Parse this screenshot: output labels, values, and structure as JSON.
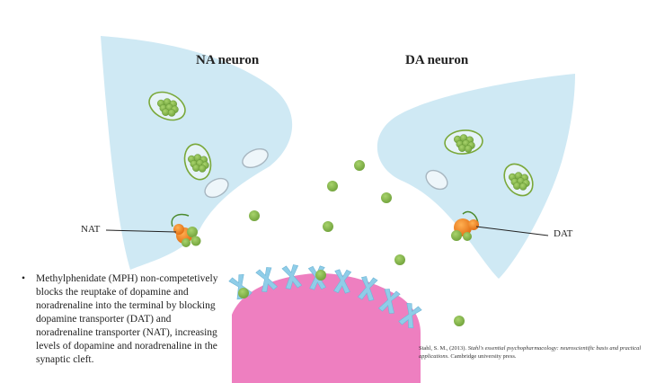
{
  "labels": {
    "na_neuron": "NA neuron",
    "da_neuron": "DA neuron",
    "nat": "NAT",
    "dat": "DAT"
  },
  "bullet": {
    "marker": "•",
    "text": "Methylphenidate (MPH) non-competetively blocks the reuptake of dopamine and noradrenaline into the terminal by blocking dopamine transporter (DAT) and noradrenaline transporter (NAT), increasing levels of dopamine and noradrenaline in the synaptic cleft."
  },
  "citation": {
    "authors": "Stahl, S. M., (2013). ",
    "title": "Stahl's essential psychopharmacology: neuroscientific basis and practical applications",
    "publisher": ". Cambridge university press."
  },
  "colors": {
    "neuron_fill": "#cfe9f4",
    "vesicle_stroke": "#7aa83a",
    "molecule_fill": "#8cbf4f",
    "transporter": "#f07f1e",
    "postsynaptic": "#ee7fc0",
    "receptor": "#8fcde8",
    "empty_vesicle_stroke": "#a7b6c0"
  }
}
